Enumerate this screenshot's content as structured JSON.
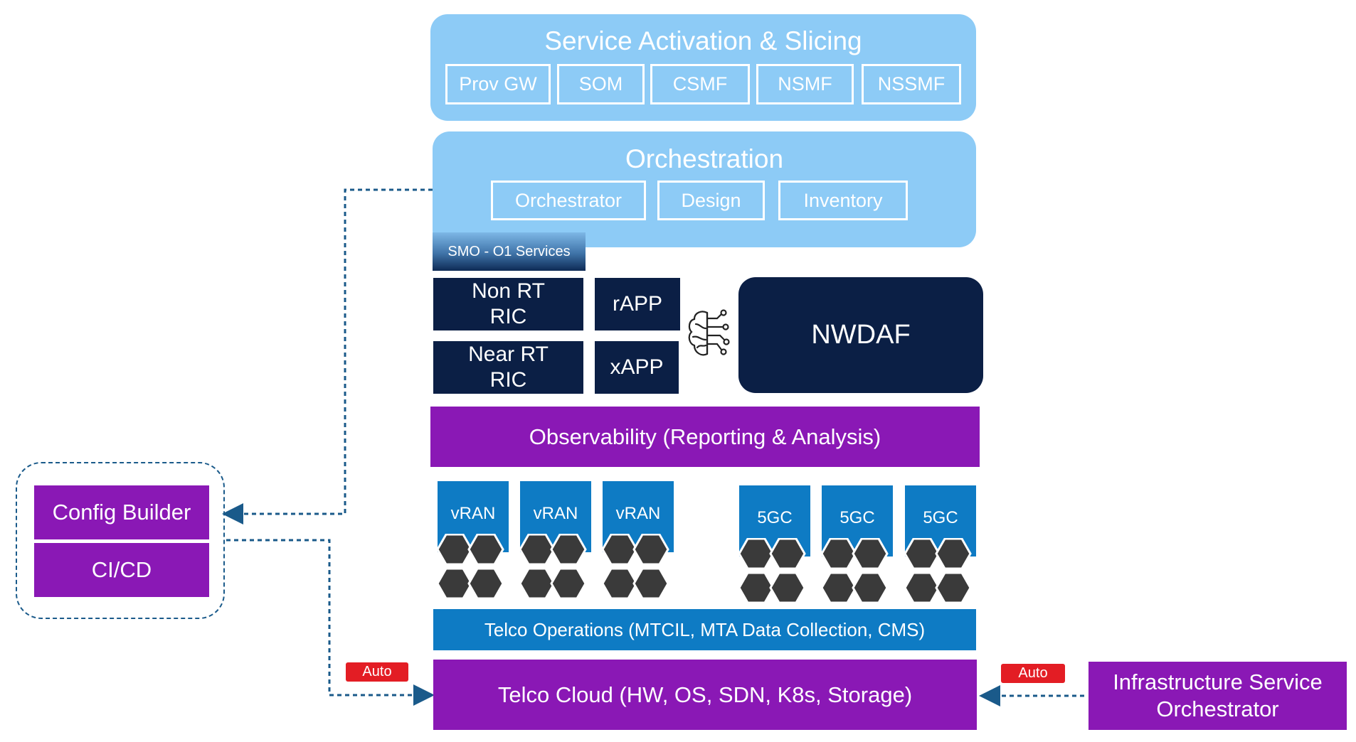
{
  "service_activation": {
    "title": "Service Activation & Slicing",
    "items": [
      "Prov GW",
      "SOM",
      "CSMF",
      "NSMF",
      "NSSMF"
    ]
  },
  "orchestration": {
    "title": "Orchestration",
    "items": [
      "Orchestrator",
      "Design",
      "Inventory"
    ]
  },
  "smo_tab": "SMO - O1 Services",
  "ric": {
    "non_rt_line1": "Non RT",
    "non_rt_line2": "RIC",
    "near_rt_line1": "Near RT",
    "near_rt_line2": "RIC",
    "rapp": "rAPP",
    "xapp": "xAPP",
    "brain_icon": "brain-circuit-icon"
  },
  "nwdaf": "NWDAF",
  "observability": "Observability (Reporting & Analysis)",
  "workloads": {
    "vran": [
      "vRAN",
      "vRAN",
      "vRAN"
    ],
    "core": [
      "5GC",
      "5GC",
      "5GC"
    ]
  },
  "telco_ops": "Telco Operations (MTCIL, MTA Data Collection, CMS)",
  "telco_cloud": "Telco Cloud (HW, OS, SDN, K8s, Storage)",
  "left_group": {
    "config_builder": "Config Builder",
    "cicd": "CI/CD"
  },
  "auto_labels": [
    "Auto",
    "Auto"
  ],
  "iso": {
    "line1": "Infrastructure Service",
    "line2": "Orchestrator"
  },
  "colors": {
    "light_blue": "#8dcbf6",
    "navy": "#0b1f45",
    "purple": "#8a18b5",
    "blue": "#0e7bc4",
    "red": "#e31d24",
    "hex": "#3a3a3a",
    "dash": "#1a5a8a"
  }
}
